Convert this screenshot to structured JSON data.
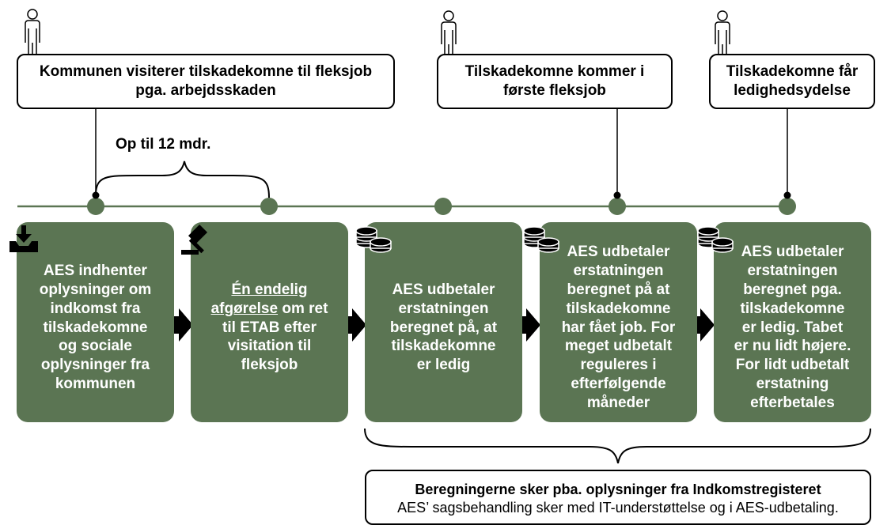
{
  "callouts": {
    "visitation": "Kommunen visiterer tilskadekomne til fleksjob\npga. arbejdsskaden",
    "first_job": "Tilskadekomne kommer i\nførste fleksjob",
    "unemployment": "Tilskadekomne får\nledighedsydelse"
  },
  "brace_label": "Op til 12 mdr.",
  "boxes": {
    "box1": "AES indhenter\noplysninger om\nindkomst fra\ntilskadekomne\nog sociale\noplysninger fra\nkommunen",
    "box2_underlined": "Én endelig\nafgørelse",
    "box2_rest": " om ret\ntil ETAB efter\nvisitation til\nfleksjob",
    "box3": "AES udbetaler\nerstatningen\nberegnet på, at\ntilskadekomne\ner ledig",
    "box4": "AES udbetaler\nerstatningen\nberegnet på at\ntilskadekomne\nhar fået job. For\nmeget udbetalt\nreguleres i\nefterfølgende\nmåneder",
    "box5": "AES udbetaler\nerstatningen\nberegnet pga.\ntilskadekomne\ner ledig. Tabet\ner nu lidt højere.\nFor lidt udbetalt\nerstatning\nefterbetales"
  },
  "bottom": {
    "title": "Beregningerne sker pba. oplysninger fra Indkomstregisteret",
    "subtitle": "AES’ sagsbehandling sker med IT-understøttelse og i AES-udbetaling."
  },
  "colors": {
    "green": "#5b7553",
    "line": "#5b7553",
    "black": "#000000"
  },
  "icons": [
    "person-icon",
    "inbox-download-icon",
    "gavel-icon",
    "coins-icon",
    "arrow-right-icon"
  ]
}
